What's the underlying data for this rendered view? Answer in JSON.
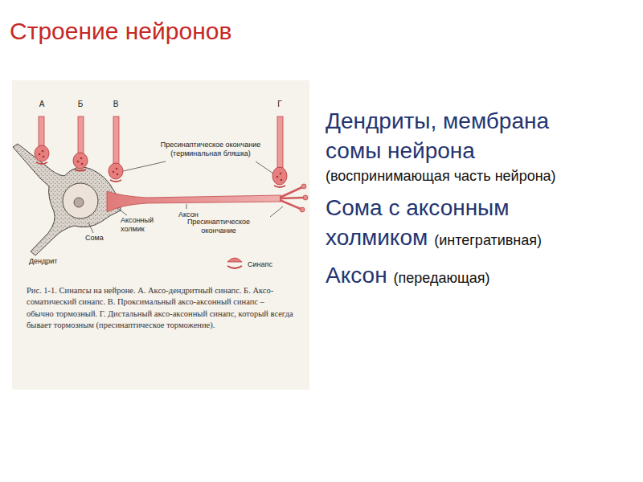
{
  "diagram": {
    "title": "Строение нейронов",
    "caption": "Рис. 1-1. Синапсы на нейроне. А. Аксо-дендритный синапс. Б. Аксо-соматический синапс. В. Проксимальный аксо-аксонный синапс – обычно тормозный. Г. Дистальный аксо-аксонный синапс, который всегда бывает тормозным (пресинаптическое торможение).",
    "labels": [
      "А",
      "Б",
      "В",
      "Г",
      "Пресинаптическое окончание (терминальная бляшка)",
      "Аксон",
      "Аксонный холмик",
      "Сома",
      "Пресинаптическое окончание",
      "Дендрит",
      "Дендриты, мембрана сомы нейрона",
      "(воспринимающая часть нейрона)",
      "Сома с аксонным холмиком",
      "(интегративная)",
      "Аксон",
      "(передающая)"
    ],
    "legend": [
      {
        "text": "Синапс"
      }
    ]
  }
}
